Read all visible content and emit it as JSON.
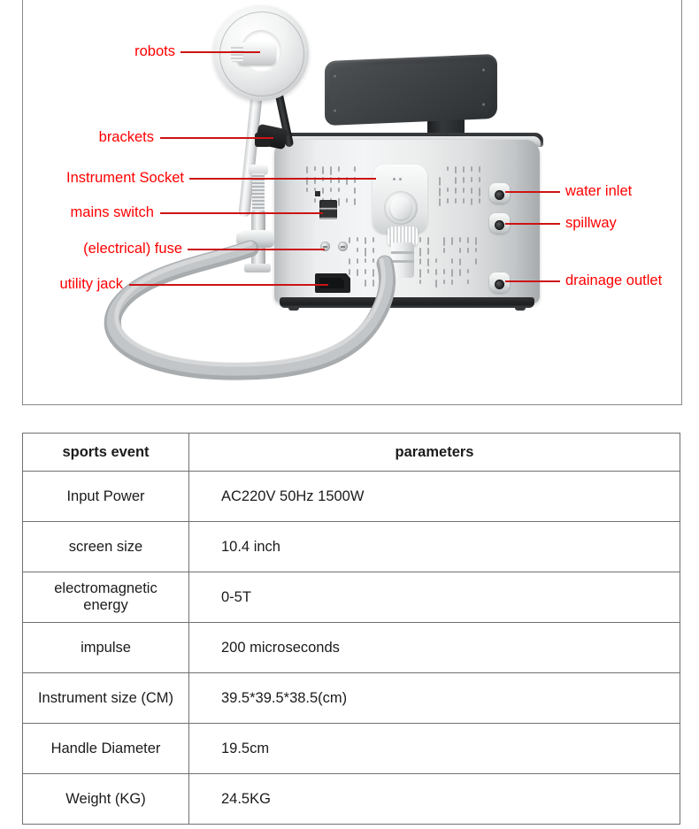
{
  "diagram": {
    "alt": "Rear view of electromagnetic therapy machine with labeled parts",
    "accent_color": "#ff0000",
    "leader_color": "#cc1414",
    "labels_left": [
      {
        "text": "robots",
        "name": "label-robots"
      },
      {
        "text": "brackets",
        "name": "label-brackets"
      },
      {
        "text": "Instrument Socket",
        "name": "label-instrument-socket"
      },
      {
        "text": "mains switch",
        "name": "label-mains-switch"
      },
      {
        "text": "(electrical) fuse",
        "name": "label-electrical-fuse"
      },
      {
        "text": "utility jack",
        "name": "label-utility-jack"
      }
    ],
    "labels_right": [
      {
        "text": "water inlet",
        "name": "label-water-inlet"
      },
      {
        "text": "spillway",
        "name": "label-spillway"
      },
      {
        "text": "drainage outlet",
        "name": "label-drainage-outlet"
      }
    ]
  },
  "table": {
    "headers": [
      "sports event",
      "parameters"
    ],
    "rows": [
      {
        "key": "Input Power",
        "value": "AC220V 50Hz 1500W"
      },
      {
        "key": "screen size",
        "value": "10.4 inch"
      },
      {
        "key": "electromagnetic energy",
        "value": "0-5T"
      },
      {
        "key": "impulse",
        "value": "200 microseconds"
      },
      {
        "key": "Instrument size (CM)",
        "value": "39.5*39.5*38.5(cm)"
      },
      {
        "key": "Handle Diameter",
        "value": "19.5cm"
      },
      {
        "key": "Weight (KG)",
        "value": "24.5KG"
      }
    ]
  }
}
